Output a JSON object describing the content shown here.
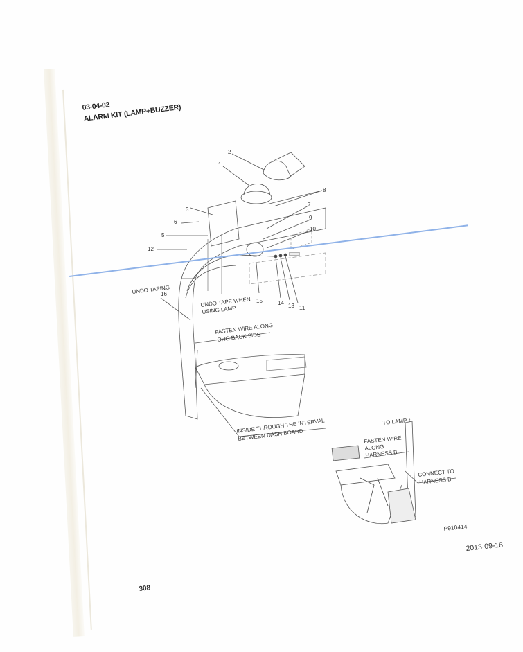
{
  "document": {
    "section_code": "03-04-02",
    "section_title": "ALARM KIT (LAMP+BUZZER)",
    "page_number": "308",
    "figure_id": "P910414",
    "date": "2013-09-18"
  },
  "diagram": {
    "part_callouts": [
      "1",
      "2",
      "3",
      "5",
      "6",
      "7",
      "8",
      "9",
      "10",
      "11",
      "12",
      "13",
      "14",
      "15",
      "16"
    ],
    "annotations": {
      "undo_taping": "UNDO TAPING",
      "undo_tape_when_1": "UNDO TAPE WHEN",
      "undo_tape_when_2": "USING LAMP",
      "fasten_ohg_1": "FASTEN WIRE ALONG",
      "fasten_ohg_2": "OHG BACK SIDE",
      "inside_interval_1": "INSIDE THROUGH THE INTERVAL",
      "inside_interval_2": "BETWEEN DASH BOARD"
    },
    "inset": {
      "to_lamp": "TO LAMP",
      "fasten_harness_1": "FASTEN WIRE",
      "fasten_harness_2": "ALONG",
      "fasten_harness_3": "HARNESS B",
      "connect_1": "CONNECT TO",
      "connect_2": "HARNESS B"
    }
  },
  "colors": {
    "ink": "#333333",
    "scan_line": "#8fb2e8",
    "binding": "#f3efe4"
  }
}
